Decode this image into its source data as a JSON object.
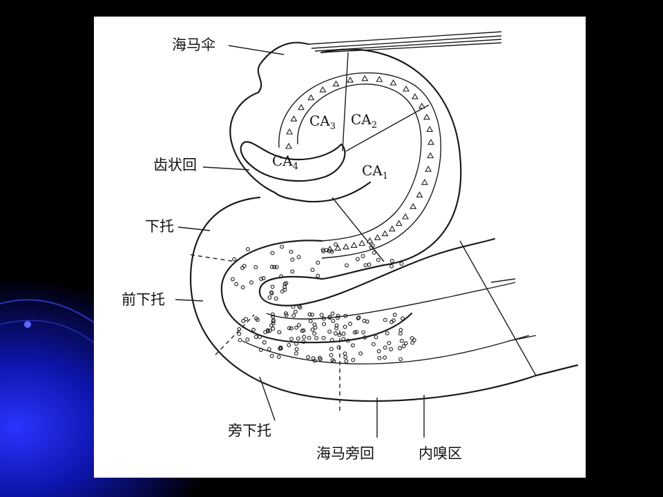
{
  "colors": {
    "slide_background": "#000000",
    "slide_accent": "#1a23c8",
    "panel": "#ffffff",
    "ink": "#1a1a1a"
  },
  "labels": {
    "fimbria": "海马伞",
    "dentate_gyrus": "齿状回",
    "subiculum": "下托",
    "presubiculum": "前下托",
    "parasubiculum": "旁下托",
    "parahippocampal_gyrus": "海马旁回",
    "entorhinal_area": "内嗅区"
  },
  "fields": [
    {
      "main": "CA",
      "sub": "3"
    },
    {
      "main": "CA",
      "sub": "2"
    },
    {
      "main": "CA",
      "sub": "4"
    },
    {
      "main": "CA",
      "sub": "1"
    }
  ]
}
